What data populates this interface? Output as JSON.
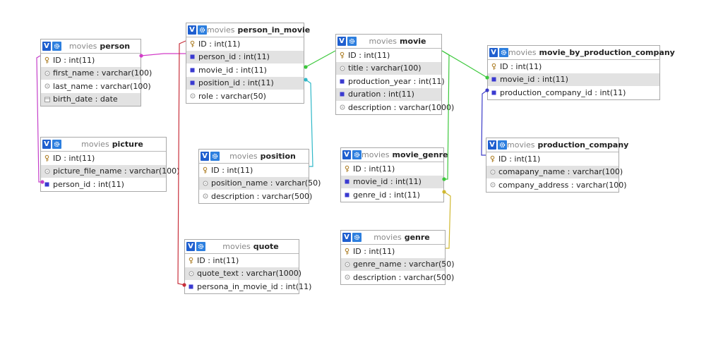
{
  "colors": {
    "header_button": "#1f5fcf",
    "alt_row": "#e2e2e2",
    "border": "#a9a9a9",
    "key_icon": "#b58a3a",
    "num_icon": "#3a3ad0",
    "line_person_movie": "#d23cc8",
    "line_person_picture": "#c43fc9",
    "line_quote": "#c8303c",
    "line_movie": "#3cc83c",
    "line_position": "#30b8c8",
    "line_genre": "#d0b830",
    "line_company": "#3c3cc8"
  },
  "icons": {
    "primary_key": "key-icon",
    "column": "column-icon",
    "foreign_key": "number-icon",
    "date": "date-icon",
    "view_toggle": "v-toggle-icon",
    "settings": "gear-icon"
  },
  "ui": {
    "toggle_label": "V"
  },
  "tables": {
    "person": {
      "db": "movies",
      "name": "person",
      "columns": [
        {
          "text": "ID : int(11)",
          "icon": "key"
        },
        {
          "text": "first_name : varchar(100)",
          "icon": "col"
        },
        {
          "text": "last_name : varchar(100)",
          "icon": "col"
        },
        {
          "text": "birth_date : date",
          "icon": "date"
        }
      ]
    },
    "picture": {
      "db": "movies",
      "name": "picture",
      "columns": [
        {
          "text": "ID : int(11)",
          "icon": "key"
        },
        {
          "text": "picture_file_name : varchar(100)",
          "icon": "col"
        },
        {
          "text": "person_id : int(11)",
          "icon": "num"
        }
      ]
    },
    "person_in_movie": {
      "db": "movies",
      "name": "person_in_movie",
      "columns": [
        {
          "text": "ID : int(11)",
          "icon": "key"
        },
        {
          "text": "person_id : int(11)",
          "icon": "num"
        },
        {
          "text": "movie_id : int(11)",
          "icon": "num"
        },
        {
          "text": "position_id : int(11)",
          "icon": "num"
        },
        {
          "text": "role : varchar(50)",
          "icon": "col"
        }
      ]
    },
    "position": {
      "db": "movies",
      "name": "position",
      "columns": [
        {
          "text": "ID : int(11)",
          "icon": "key"
        },
        {
          "text": "position_name : varchar(50)",
          "icon": "col"
        },
        {
          "text": "description : varchar(500)",
          "icon": "col"
        }
      ]
    },
    "quote": {
      "db": "movies",
      "name": "quote",
      "columns": [
        {
          "text": "ID : int(11)",
          "icon": "key"
        },
        {
          "text": "quote_text : varchar(1000)",
          "icon": "col"
        },
        {
          "text": "persona_in_movie_id : int(11)",
          "icon": "num"
        }
      ]
    },
    "movie": {
      "db": "movies",
      "name": "movie",
      "columns": [
        {
          "text": "ID : int(11)",
          "icon": "key"
        },
        {
          "text": "title : varchar(100)",
          "icon": "col"
        },
        {
          "text": "production_year : int(11)",
          "icon": "num"
        },
        {
          "text": "duration : int(11)",
          "icon": "num"
        },
        {
          "text": "description : varchar(1000)",
          "icon": "col"
        }
      ]
    },
    "movie_genre": {
      "db": "movies",
      "name": "movie_genre",
      "columns": [
        {
          "text": "ID : int(11)",
          "icon": "key"
        },
        {
          "text": "movie_id : int(11)",
          "icon": "num"
        },
        {
          "text": "genre_id : int(11)",
          "icon": "num"
        }
      ]
    },
    "genre": {
      "db": "movies",
      "name": "genre",
      "columns": [
        {
          "text": "ID : int(11)",
          "icon": "key"
        },
        {
          "text": "genre_name : varchar(50)",
          "icon": "col"
        },
        {
          "text": "description : varchar(500)",
          "icon": "col"
        }
      ]
    },
    "movie_by_production_company": {
      "db": "movies",
      "name": "movie_by_production_company",
      "columns": [
        {
          "text": "ID : int(11)",
          "icon": "key"
        },
        {
          "text": "movie_id : int(11)",
          "icon": "num"
        },
        {
          "text": "production_company_id : int(11)",
          "icon": "num"
        }
      ]
    },
    "production_company": {
      "db": "movies",
      "name": "production_company",
      "columns": [
        {
          "text": "ID : int(11)",
          "icon": "key"
        },
        {
          "text": "comapany_name : varchar(100)",
          "icon": "col"
        },
        {
          "text": "company_address : varchar(100)",
          "icon": "col"
        }
      ]
    }
  }
}
